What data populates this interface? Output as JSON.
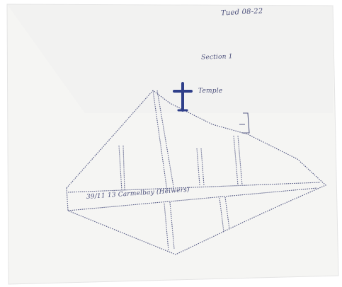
{
  "page": {
    "date": "Tued 08-22",
    "section": "Section 1",
    "temple": "Temple",
    "road": "39/11 13 Carmelbay (Heiwers)"
  },
  "colors": {
    "paper": "#f5f5f3",
    "shadow": "#dcdcdc",
    "pen": "#4a4e7a",
    "cross_ink": "#2f3f8a"
  },
  "icons": {
    "church_cross": "cross-icon"
  }
}
